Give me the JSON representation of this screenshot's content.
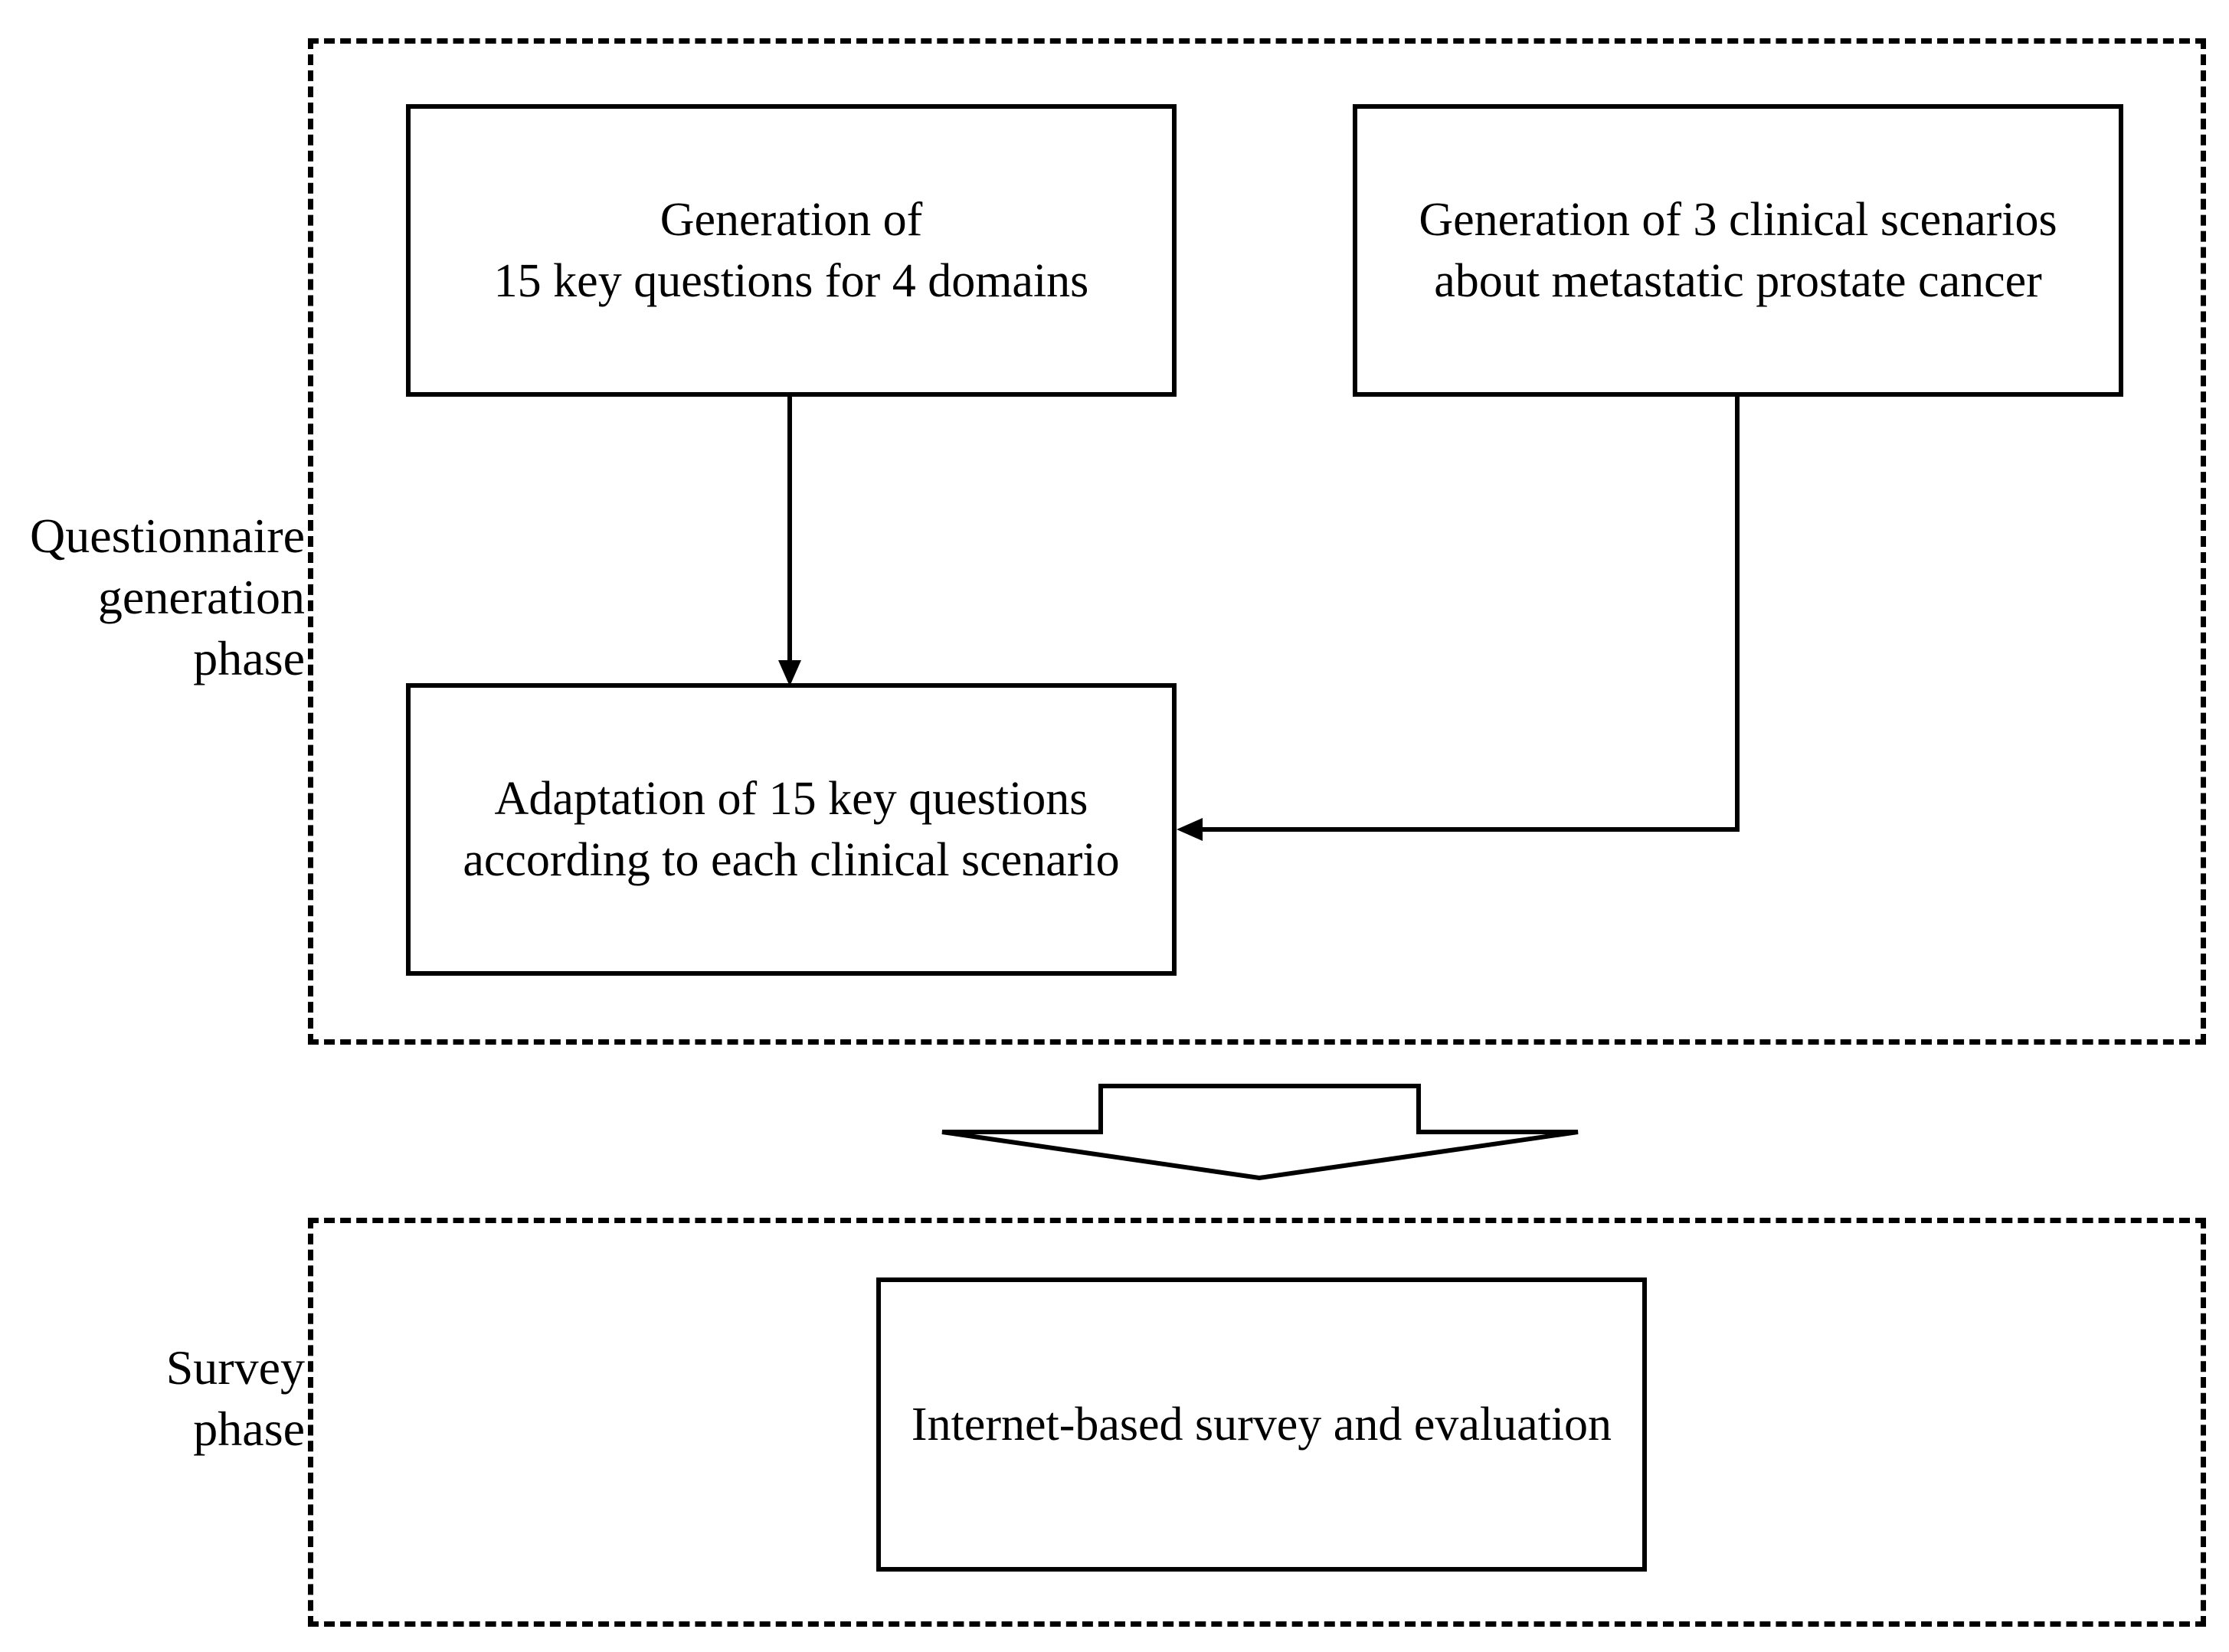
{
  "phases": {
    "generation_label": "Questionnaire\ngeneration\nphase",
    "survey_label": "Survey\nphase"
  },
  "nodes": {
    "key_questions": "Generation of\n15 key questions for 4 domains",
    "clinical_scenarios": "Generation of 3 clinical scenarios\nabout metastatic prostate cancer",
    "adaptation": "Adaptation of 15 key questions\naccording to each clinical scenario",
    "survey": "Internet-based survey and evaluation"
  },
  "colors": {
    "stroke": "#000000",
    "background": "#ffffff"
  }
}
